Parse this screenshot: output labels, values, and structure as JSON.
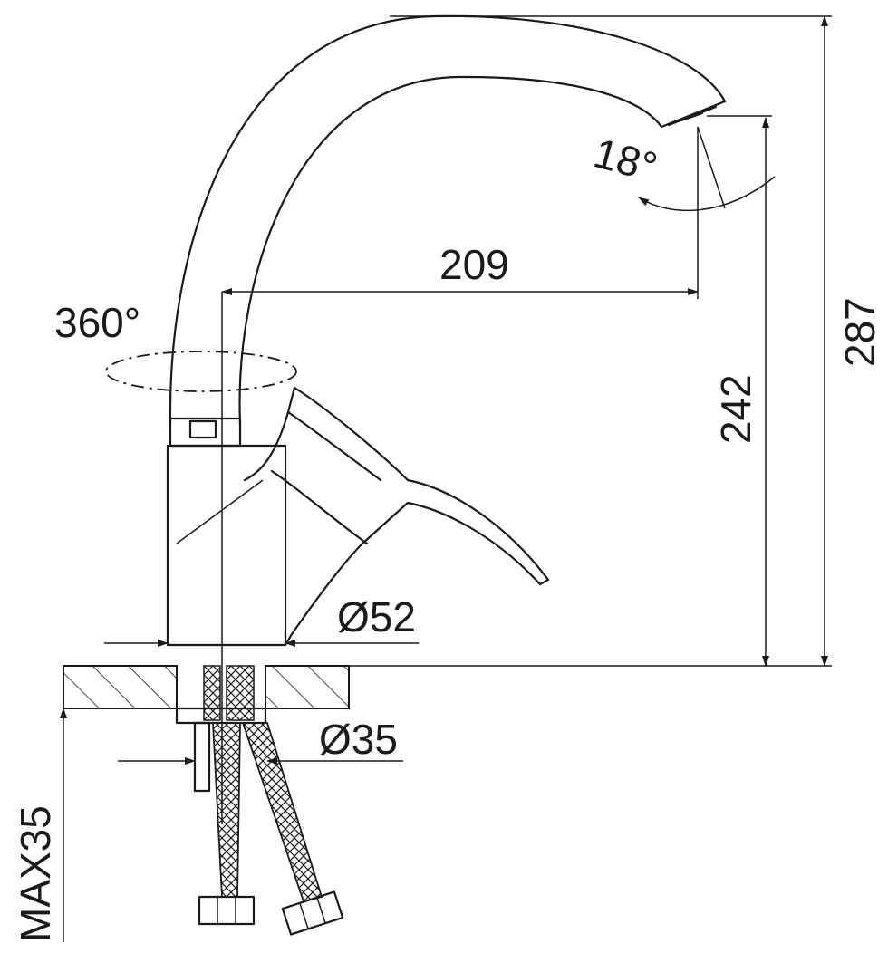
{
  "drawing": {
    "title": "Kitchen faucet dimension drawing",
    "labels": {
      "spout_angle": "18°",
      "spout_reach": "209",
      "swivel": "360°",
      "spout_height": "242",
      "total_height": "287",
      "body_diameter": "Ø52",
      "hole_diameter": "Ø35",
      "max_thickness": "MAX35"
    }
  }
}
